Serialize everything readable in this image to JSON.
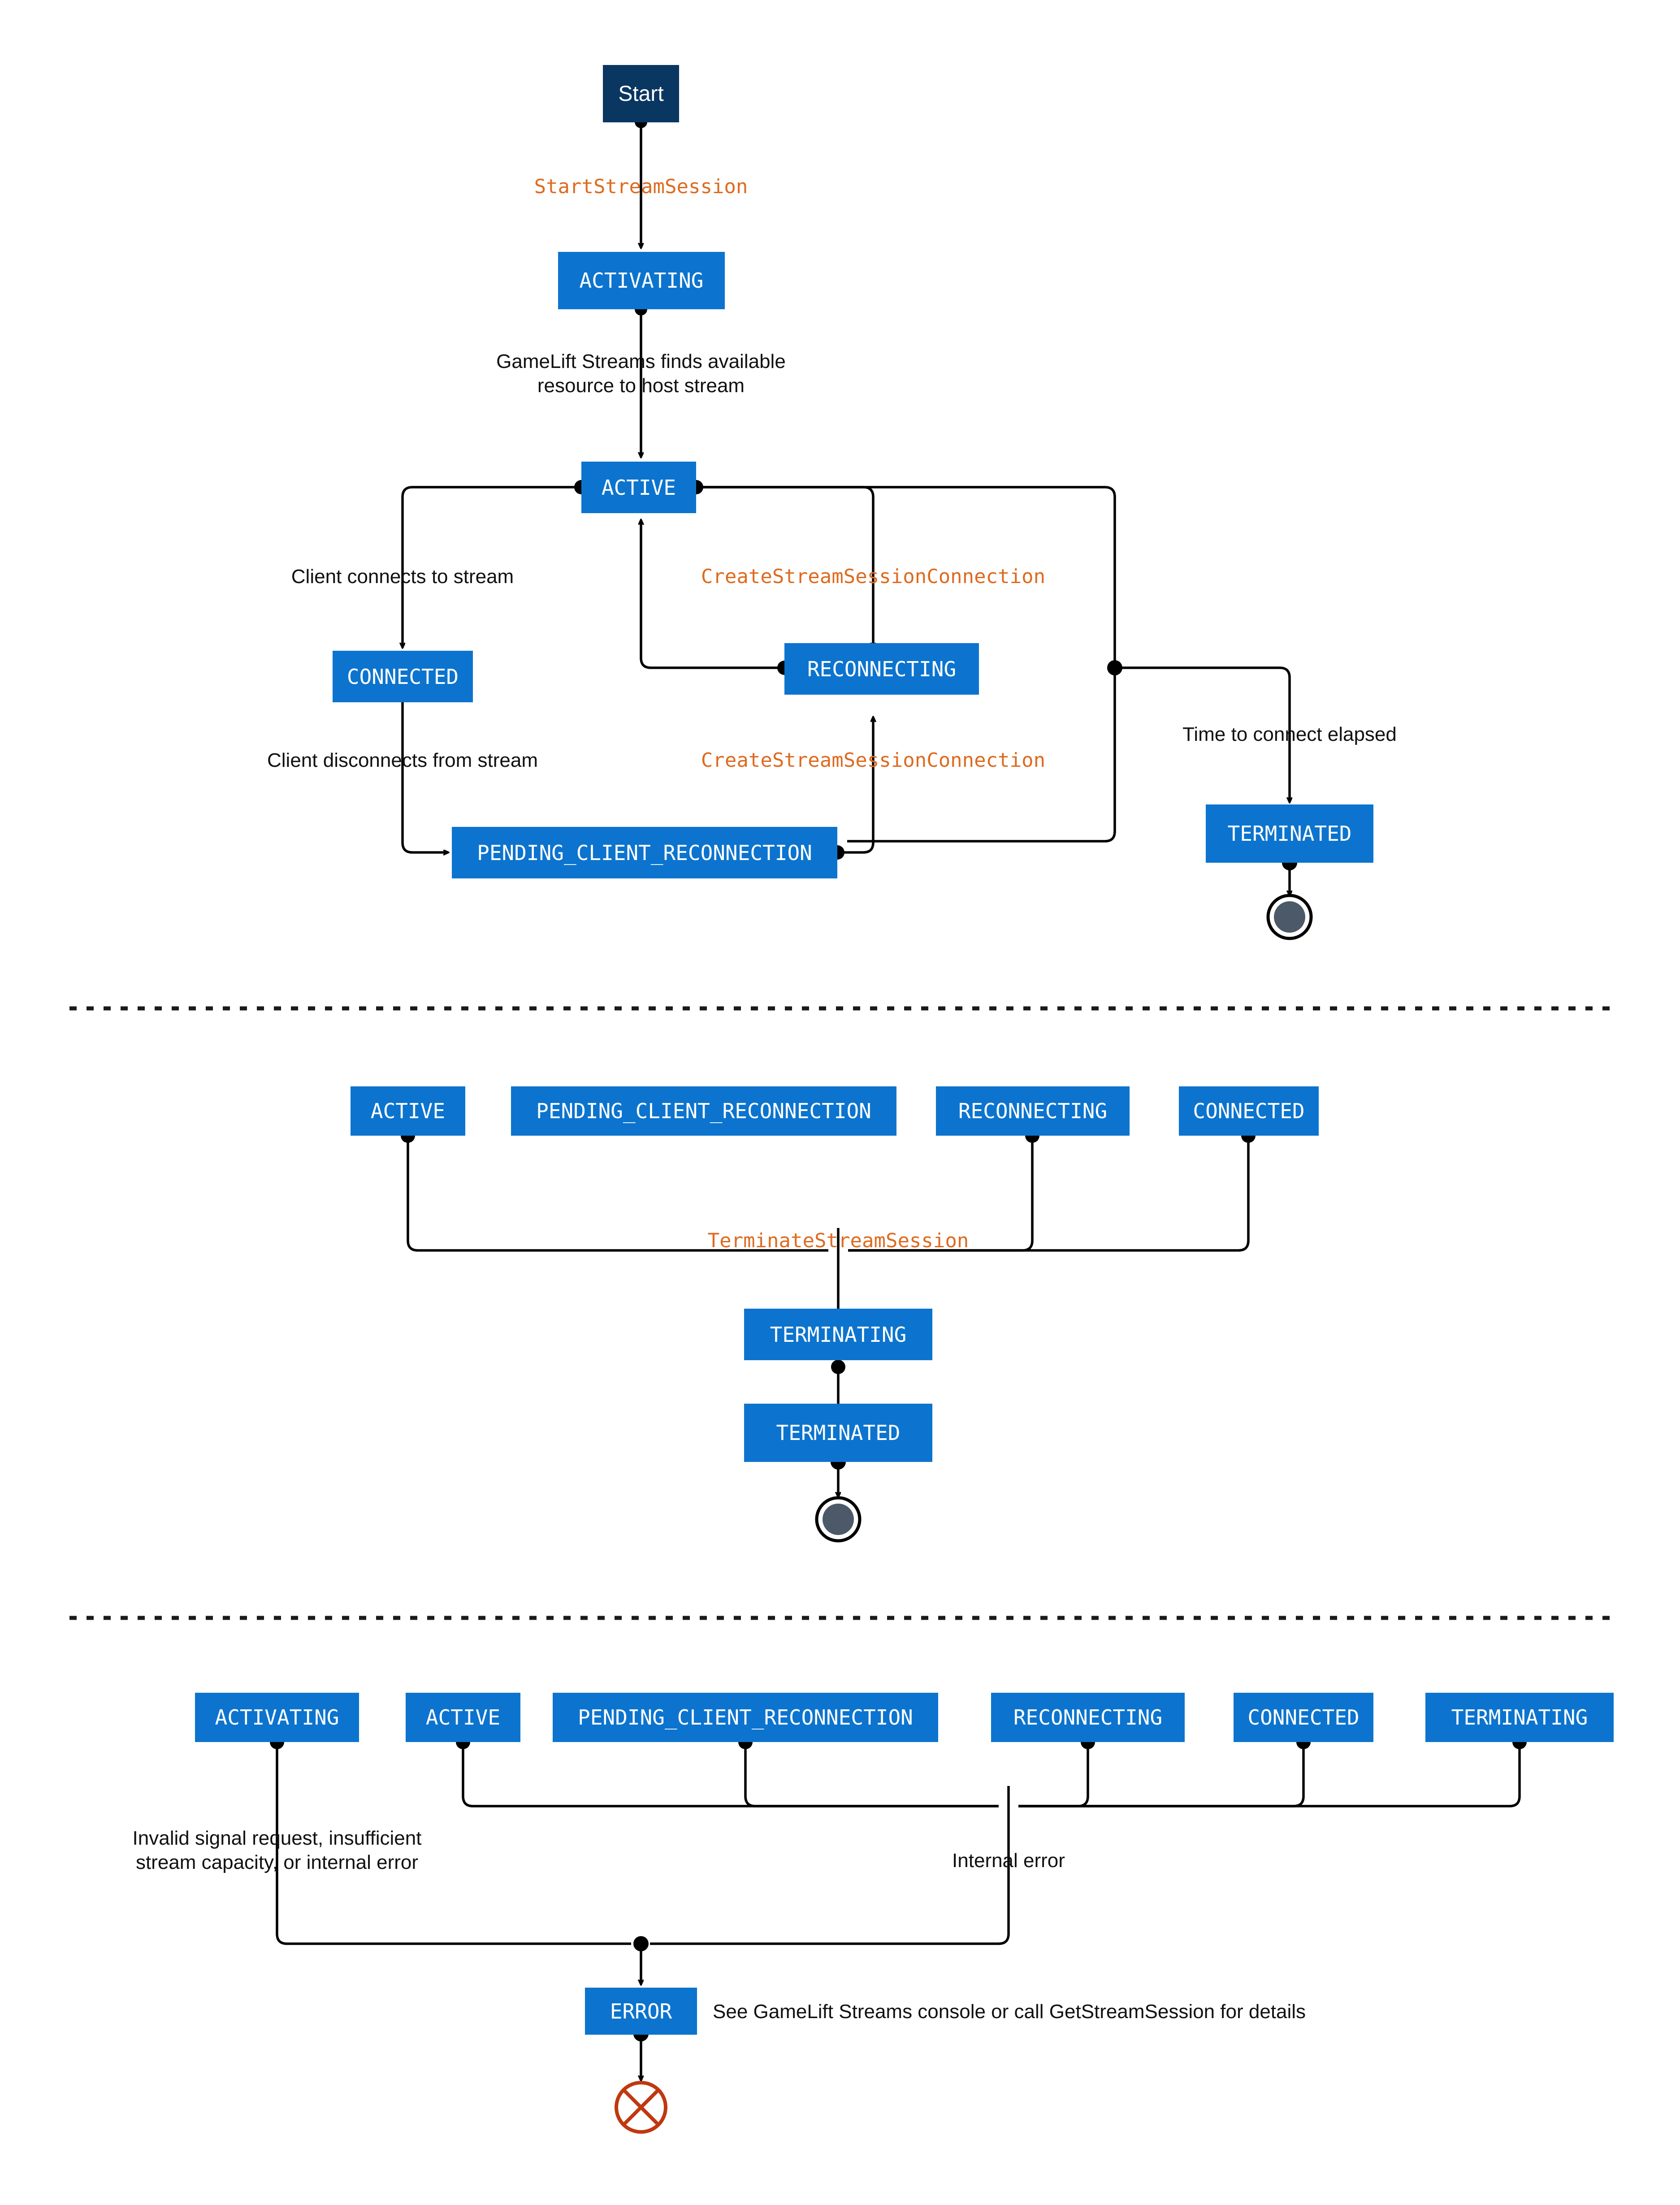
{
  "diagram": {
    "title": "GameLift Streams stream session state machine",
    "colors": {
      "state_fill": "#0c74ce",
      "start_fill": "#0a3761",
      "api_label": "#dd6b20",
      "error_end": "#c0380f",
      "end_node": "#4c5968",
      "line": "#000000"
    }
  },
  "sections": {
    "one": {
      "nodes": {
        "start": "Start",
        "activating": "ACTIVATING",
        "active": "ACTIVE",
        "connected": "CONNECTED",
        "reconnecting": "RECONNECTING",
        "pending_client_reconnection": "PENDING_CLIENT_RECONNECTION",
        "terminated": "TERMINATED"
      },
      "labels": {
        "start_stream_session": "StartStreamSession",
        "finds_resource": "GameLift Streams finds available\nresource to host stream",
        "client_connects": "Client connects to stream",
        "create_connection_top": "CreateStreamSessionConnection",
        "client_disconnects": "Client disconnects from stream",
        "create_connection_bottom": "CreateStreamSessionConnection",
        "time_to_connect": "Time to connect elapsed"
      }
    },
    "two": {
      "nodes": {
        "active": "ACTIVE",
        "pending_client_reconnection": "PENDING_CLIENT_RECONNECTION",
        "reconnecting": "RECONNECTING",
        "connected": "CONNECTED",
        "terminating": "TERMINATING",
        "terminated": "TERMINATED"
      },
      "labels": {
        "terminate_stream_session": "TerminateStreamSession"
      }
    },
    "three": {
      "nodes": {
        "activating": "ACTIVATING",
        "active": "ACTIVE",
        "pending_client_reconnection": "PENDING_CLIENT_RECONNECTION",
        "reconnecting": "RECONNECTING",
        "connected": "CONNECTED",
        "terminating": "TERMINATING",
        "error": "ERROR"
      },
      "labels": {
        "invalid_signal": "Invalid signal request, insufficient\nstream capacity, or internal error",
        "internal_error": "Internal error",
        "see_console": "See GameLift Streams console or call GetStreamSession for details"
      }
    }
  }
}
